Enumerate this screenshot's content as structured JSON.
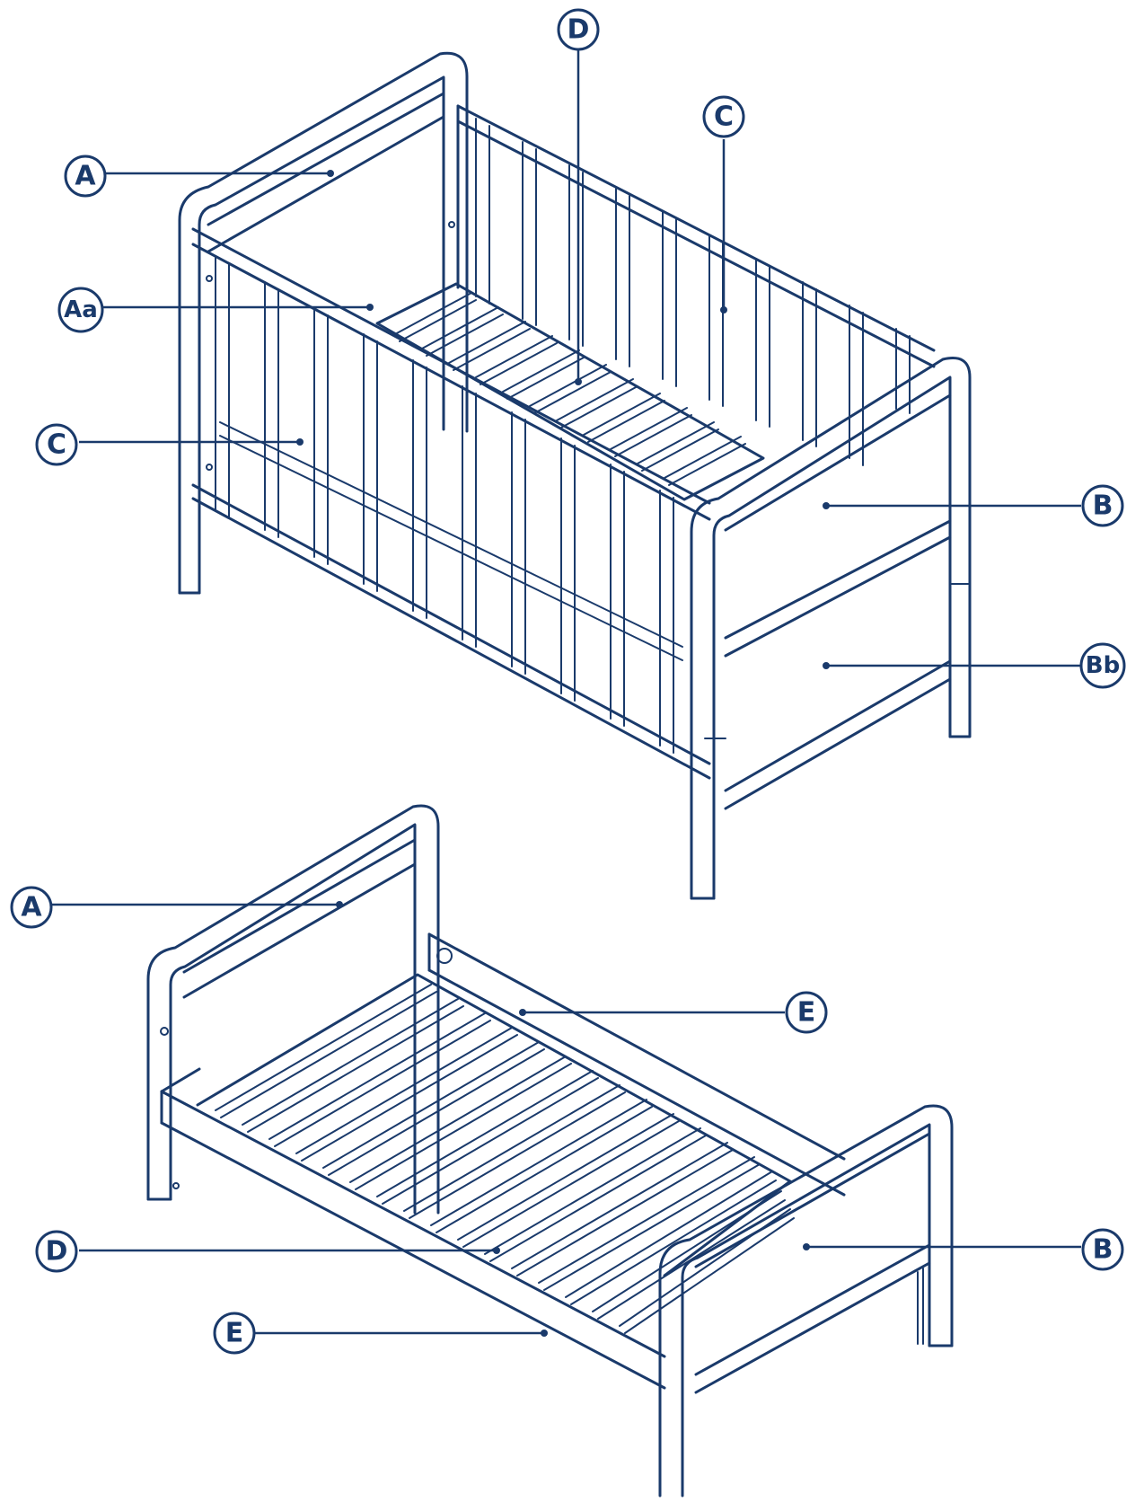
{
  "colors": {
    "line": "#1a3a6b",
    "background": "#ffffff"
  },
  "labels": {
    "crib": {
      "A": "A",
      "Aa": "Aa",
      "C_left": "C",
      "C_right": "C",
      "D": "D",
      "B": "B",
      "Bb": "Bb"
    },
    "bed": {
      "A": "A",
      "E_back": "E",
      "D": "D",
      "E_front": "E",
      "B": "B"
    }
  }
}
